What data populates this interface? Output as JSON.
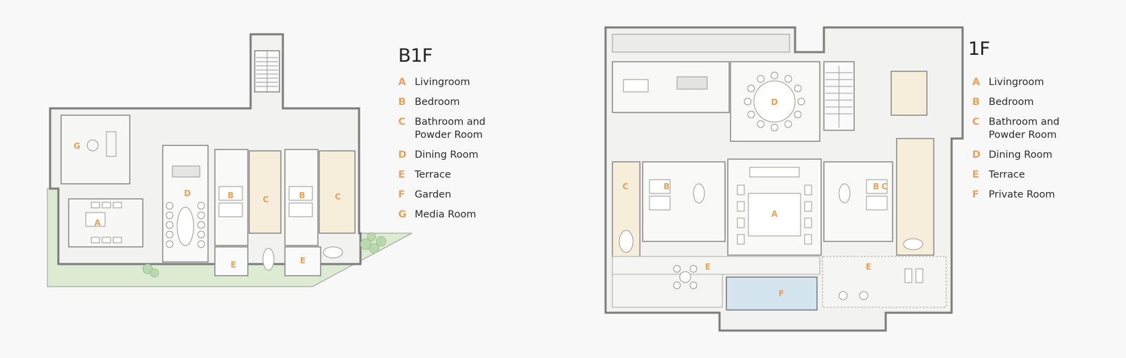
{
  "b1f": {
    "title": "B1F",
    "legend": [
      {
        "letter": "A",
        "label": "Livingroom"
      },
      {
        "letter": "B",
        "label": "Bedroom"
      },
      {
        "letter": "C",
        "label": "Bathroom and\nPowder Room"
      },
      {
        "letter": "D",
        "label": "Dining Room"
      },
      {
        "letter": "E",
        "label": "Terrace"
      },
      {
        "letter": "F",
        "label": "Garden"
      },
      {
        "letter": "G",
        "label": "Media Room"
      }
    ],
    "room_labels": [
      "G",
      "D",
      "B",
      "C",
      "B",
      "C",
      "A",
      "E",
      "E"
    ]
  },
  "f1": {
    "title": "1F",
    "legend": [
      {
        "letter": "A",
        "label": "Livingroom"
      },
      {
        "letter": "B",
        "label": "Bedroom"
      },
      {
        "letter": "C",
        "label": "Bathroom and\nPowder Room"
      },
      {
        "letter": "D",
        "label": "Dining Room"
      },
      {
        "letter": "E",
        "label": "Terrace"
      },
      {
        "letter": "F",
        "label": "Private Room"
      }
    ],
    "room_labels": [
      "D",
      "C",
      "B",
      "A",
      "B",
      "C",
      "E",
      "E",
      "F"
    ]
  },
  "colors": {
    "accent": "#e8a25a",
    "wall": "#8a8a8a",
    "floor": "#f1f1ef",
    "garden": "#cfe3c4",
    "pool": "#d3e3ef",
    "tile": "#f4ecd9"
  }
}
